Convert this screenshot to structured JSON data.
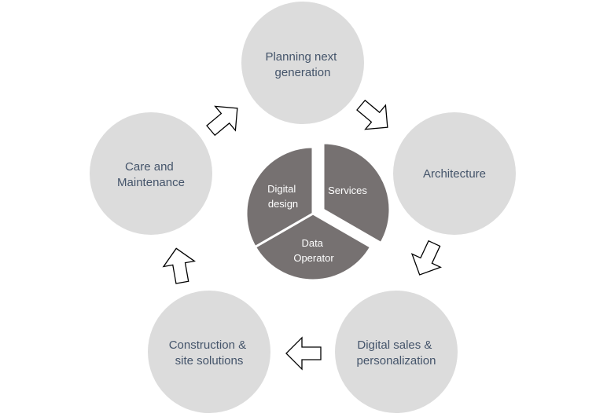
{
  "diagram": {
    "cycle": [
      {
        "id": "planning",
        "lines": [
          "Planning next",
          "generation"
        ]
      },
      {
        "id": "architecture",
        "lines": [
          "Architecture"
        ]
      },
      {
        "id": "digital-sales",
        "lines": [
          "Digital sales &",
          "personalization"
        ]
      },
      {
        "id": "construction",
        "lines": [
          "Construction &",
          "site solutions"
        ]
      },
      {
        "id": "care",
        "lines": [
          "Care and",
          "Maintenance"
        ]
      }
    ],
    "core": [
      {
        "id": "services",
        "lines": [
          "Services"
        ]
      },
      {
        "id": "data-operator",
        "lines": [
          "Data",
          "Operator"
        ]
      },
      {
        "id": "digital-design",
        "lines": [
          "Digital",
          "design"
        ]
      }
    ],
    "colors": {
      "outer_circle": "#dcdcdc",
      "outer_text": "#44546a",
      "pie_fill": "#767171",
      "pie_text": "#ffffff",
      "arrow_fill": "#ffffff",
      "arrow_stroke": "#000000"
    }
  }
}
